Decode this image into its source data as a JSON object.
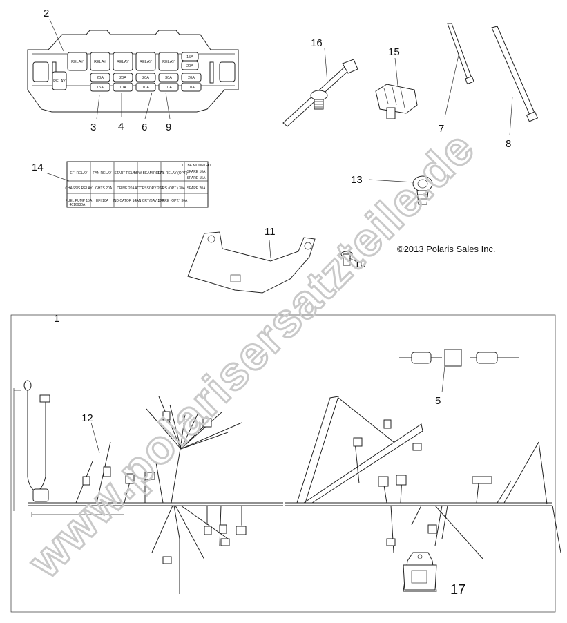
{
  "callouts": {
    "c1": "1",
    "c2": "2",
    "c3": "3",
    "c4": "4",
    "c5": "5",
    "c6": "6",
    "c7": "7",
    "c8": "8",
    "c9": "9",
    "c10": "10",
    "c11": "11",
    "c12": "12",
    "c13": "13",
    "c14": "14",
    "c15": "15",
    "c16": "16",
    "c17": "17"
  },
  "copyright": "©2013 Polaris Sales Inc.",
  "watermark": "www.polarisersatzteile.de",
  "fuse_box": {
    "top_row": [
      "RELAY",
      "RELAY",
      "RELAY",
      "RELAY",
      "RELAY"
    ],
    "top_right": [
      "15A",
      "20A"
    ],
    "mid_row": [
      "RELAY",
      "20A",
      "20A",
      "20A",
      "30A",
      "20A"
    ],
    "bottom_row": [
      "15A",
      "10A",
      "10A",
      "10A",
      "10A"
    ]
  },
  "fuse_label": {
    "row1": [
      "EFI RELAY",
      "FAN RELAY",
      "START RELAY",
      "LOW BEAM RELAY",
      "EPS RELAY (OPT.)"
    ],
    "row1_right": [
      "TO BE MOUNTED",
      "SPARE 10A",
      "SPARE 15A"
    ],
    "row2": [
      "CHASSIS RELAY",
      "LIGHTS 20A",
      "DRIVE 20A",
      "ACCESSORY 20A",
      "EPS (OPT.) 30A",
      "SPARE 20A"
    ],
    "row3": [
      "FUEL PUMP 15A",
      "EFI 10A",
      "INDICATOR 10A",
      "FAN CRT/BAV 10A",
      "SPARE (OPT.) 30A"
    ],
    "footer": "4016930A"
  }
}
